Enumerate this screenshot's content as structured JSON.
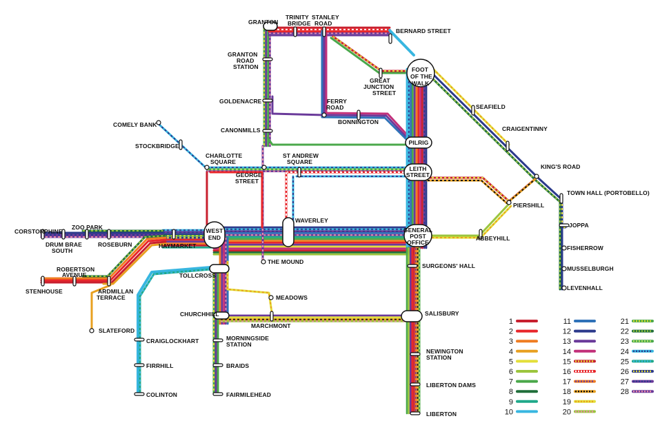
{
  "stops": {
    "corstorphine": "CORSTORPHINE",
    "zoo_park": "ZOO PARK",
    "drum_brae_south_1": "DRUM BRAE",
    "drum_brae_south_2": "SOUTH",
    "roseburn": "ROSEBURN",
    "haymarket": "HAYMARKET",
    "west_end_1": "WEST",
    "west_end_2": "END",
    "robertson_avenue_1": "ROBERTSON",
    "robertson_avenue_2": "AVENUE",
    "stenhouse": "STENHOUSE",
    "ardmillan_terrace_1": "ARDMILLAN",
    "ardmillan_terrace_2": "TERRACE",
    "slateford": "SLATEFORD",
    "tollcross": "TOLLCROSS",
    "craiglockhart": "CRAIGLOCKHART",
    "firrhill": "FIRRHILL",
    "colinton": "COLINTON",
    "churchhill": "CHURCHHILL",
    "morningside_station_1": "MORNINGSIDE",
    "morningside_station_2": "STATION",
    "braids": "BRAIDS",
    "fairmilehead": "FAIRMILEHEAD",
    "meadows": "MEADOWS",
    "marchmont": "MARCHMONT",
    "the_mound": "THE MOUND",
    "comely_bank": "COMELY BANK",
    "stockbridge": "STOCKBRIDGE",
    "charlotte_square_1": "CHARLOTTE",
    "charlotte_square_2": "SQUARE",
    "george_street_1": "GEORGE",
    "george_street_2": "STREET",
    "st_andrew_square_1": "ST ANDREW",
    "st_andrew_square_2": "SQUARE",
    "waverley": "WAVERLEY",
    "granton": "GRANTON",
    "trinity_bridge_1": "TRINITY",
    "trinity_bridge_2": "BRIDGE",
    "stanley_road_1": "STANLEY",
    "stanley_road_2": "ROAD",
    "bernard_street": "BERNARD STREET",
    "granton_road_station_1": "GRANTON",
    "granton_road_station_2": "ROAD",
    "granton_road_station_3": "STATION",
    "goldenacre": "GOLDENACRE",
    "canonmills": "CANONMILLS",
    "ferry_road_1": "FERRY",
    "ferry_road_2": "ROAD",
    "bonnington": "BONNINGTON",
    "great_junction_street_1": "GREAT",
    "great_junction_street_2": "JUNCTION",
    "great_junction_street_3": "STREET",
    "foot_of_the_walk_1": "FOOT",
    "foot_of_the_walk_2": "OF THE",
    "foot_of_the_walk_3": "WALK",
    "pilrig": "PILRIG",
    "leith_street_1": "LEITH",
    "leith_street_2": "STREET",
    "general_post_office_1": "GENERAL",
    "general_post_office_2": "POST",
    "general_post_office_3": "OFFICE",
    "surgeons_hall": "SURGEONS' HALL",
    "salisbury": "SALISBURY",
    "newington_station_1": "NEWINGTON",
    "newington_station_2": "STATION",
    "liberton_dams": "LIBERTON DAMS",
    "liberton": "LIBERTON",
    "seafield": "SEAFIELD",
    "craigentinny": "CRAIGENTINNY",
    "kings_road": "KING'S ROAD",
    "town_hall": "TOWN HALL (PORTOBELLO)",
    "joppa": "JOPPA",
    "fisherrow": "FISHERROW",
    "musselburgh": "MUSSELBURGH",
    "levenhall": "LEVENHALL",
    "piershill": "PIERSHILL",
    "abbeyhill": "ABBEYHILL"
  },
  "legend": [
    {
      "route": "1",
      "color": "#c8202f",
      "alt": null
    },
    {
      "route": "2",
      "color": "#e8262b",
      "alt": null
    },
    {
      "route": "3",
      "color": "#ef7d22",
      "alt": null
    },
    {
      "route": "4",
      "color": "#e8a020",
      "alt": null
    },
    {
      "route": "5",
      "color": "#e3df3a",
      "alt": null
    },
    {
      "route": "6",
      "color": "#9bc53d",
      "alt": null
    },
    {
      "route": "7",
      "color": "#4aa84a",
      "alt": null
    },
    {
      "route": "8",
      "color": "#1f6e3a",
      "alt": null
    },
    {
      "route": "9",
      "color": "#1fa98a",
      "alt": null
    },
    {
      "route": "10",
      "color": "#38b6e0",
      "alt": null
    },
    {
      "route": "11",
      "color": "#2f72b8",
      "alt": null
    },
    {
      "route": "12",
      "color": "#2c3a8c",
      "alt": null
    },
    {
      "route": "13",
      "color": "#6a3a9a",
      "alt": null
    },
    {
      "route": "14",
      "color": "#c2307a",
      "alt": null
    },
    {
      "route": "15",
      "color": "#c8202f",
      "alt": "#e3df3a"
    },
    {
      "route": "16",
      "color": "#e8262b",
      "alt": "#ffffff"
    },
    {
      "route": "17",
      "color": "#ef7d22",
      "alt": "#6a3a9a"
    },
    {
      "route": "18",
      "color": "#e8a020",
      "alt": "#111111"
    },
    {
      "route": "19",
      "color": "#e3df3a",
      "alt": "#e8a020"
    },
    {
      "route": "20",
      "color": "#9bc53d",
      "alt": "#e88aa8"
    },
    {
      "route": "21",
      "color": "#4aa84a",
      "alt": "#e3df3a"
    },
    {
      "route": "22",
      "color": "#1f6e3a",
      "alt": "#9bc53d"
    },
    {
      "route": "23",
      "color": "#4aa84a",
      "alt": "#b9e36a"
    },
    {
      "route": "24",
      "color": "#38b6e0",
      "alt": "#2c3a8c"
    },
    {
      "route": "25",
      "color": "#1fa98a",
      "alt": "#38b6e0"
    },
    {
      "route": "26",
      "color": "#2c3a8c",
      "alt": "#e3df3a"
    },
    {
      "route": "27",
      "color": "#6a3a9a",
      "alt": "#2c3a8c"
    },
    {
      "route": "28",
      "color": "#6a3a9a",
      "alt": "#e88aa8"
    }
  ]
}
